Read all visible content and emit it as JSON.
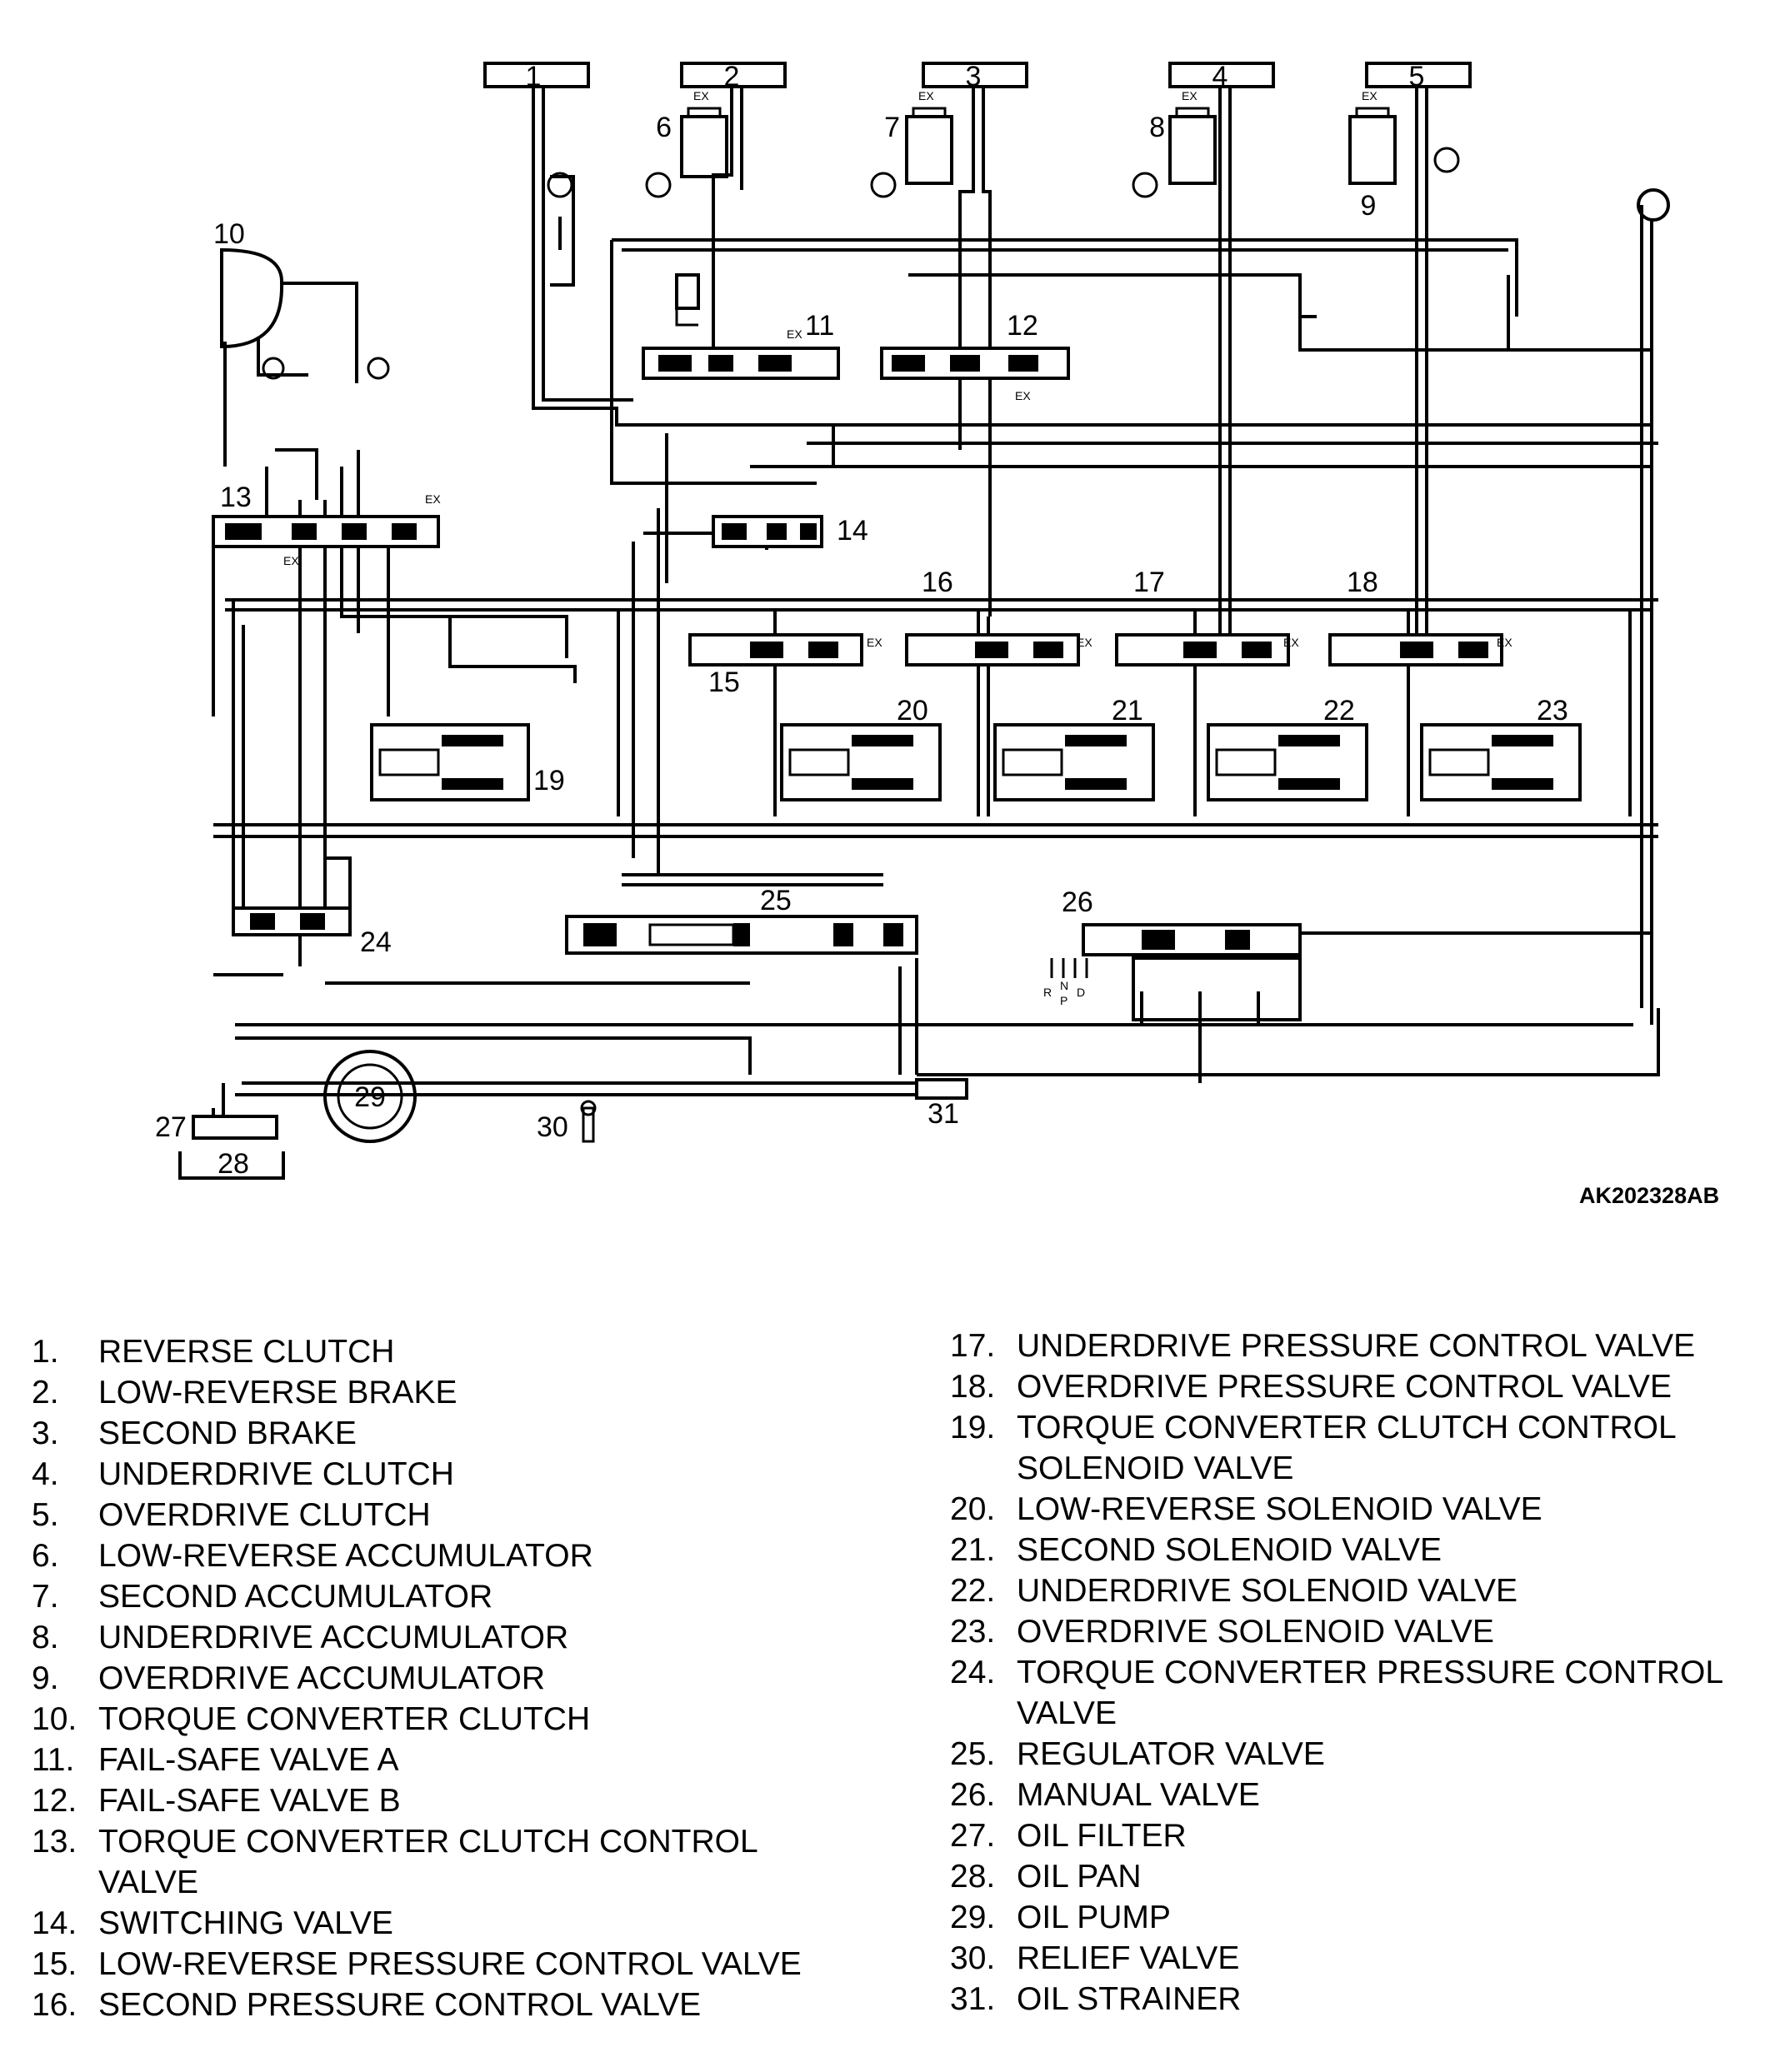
{
  "figure_id": "AK202328AB",
  "diagram": {
    "top_box_labels": [
      "1",
      "2",
      "3",
      "4",
      "5"
    ],
    "component_numbers": [
      "6",
      "7",
      "8",
      "9",
      "10",
      "11",
      "12",
      "13",
      "14",
      "15",
      "16",
      "17",
      "18",
      "19",
      "20",
      "21",
      "22",
      "23",
      "24",
      "25",
      "26",
      "27",
      "28",
      "29",
      "30",
      "31"
    ],
    "exhaust_label": "EX",
    "shift_positions": {
      "r": "R",
      "n": "N",
      "p": "P",
      "d": "D"
    }
  },
  "legend": [
    {
      "num": "1.",
      "text": "REVERSE CLUTCH"
    },
    {
      "num": "2.",
      "text": "LOW-REVERSE BRAKE"
    },
    {
      "num": "3.",
      "text": "SECOND BRAKE"
    },
    {
      "num": "4.",
      "text": "UNDERDRIVE CLUTCH"
    },
    {
      "num": "5.",
      "text": "OVERDRIVE CLUTCH"
    },
    {
      "num": "6.",
      "text": "LOW-REVERSE ACCUMULATOR"
    },
    {
      "num": "7.",
      "text": "SECOND ACCUMULATOR"
    },
    {
      "num": "8.",
      "text": "UNDERDRIVE ACCUMULATOR"
    },
    {
      "num": "9.",
      "text": "OVERDRIVE ACCUMULATOR"
    },
    {
      "num": "10.",
      "text": "TORQUE CONVERTER CLUTCH"
    },
    {
      "num": "11.",
      "text": "FAIL-SAFE VALVE A"
    },
    {
      "num": "12.",
      "text": "FAIL-SAFE VALVE B"
    },
    {
      "num": "13.",
      "text": "TORQUE CONVERTER CLUTCH CONTROL\nVALVE"
    },
    {
      "num": "14.",
      "text": "SWITCHING VALVE"
    },
    {
      "num": "15.",
      "text": "LOW-REVERSE PRESSURE CONTROL VALVE"
    },
    {
      "num": "16.",
      "text": "SECOND PRESSURE CONTROL VALVE"
    },
    {
      "num": "17.",
      "text": "UNDERDRIVE PRESSURE CONTROL VALVE"
    },
    {
      "num": "18.",
      "text": "OVERDRIVE PRESSURE CONTROL VALVE"
    },
    {
      "num": "19.",
      "text": "TORQUE CONVERTER CLUTCH CONTROL\nSOLENOID VALVE"
    },
    {
      "num": "20.",
      "text": "LOW-REVERSE SOLENOID VALVE"
    },
    {
      "num": "21.",
      "text": "SECOND SOLENOID VALVE"
    },
    {
      "num": "22.",
      "text": "UNDERDRIVE SOLENOID VALVE"
    },
    {
      "num": "23.",
      "text": "OVERDRIVE SOLENOID VALVE"
    },
    {
      "num": "24.",
      "text": "TORQUE CONVERTER PRESSURE CONTROL\nVALVE"
    },
    {
      "num": "25.",
      "text": "REGULATOR VALVE"
    },
    {
      "num": "26.",
      "text": "MANUAL VALVE"
    },
    {
      "num": "27.",
      "text": "OIL FILTER"
    },
    {
      "num": "28.",
      "text": "OIL PAN"
    },
    {
      "num": "29.",
      "text": "OIL PUMP"
    },
    {
      "num": "30.",
      "text": "RELIEF VALVE"
    },
    {
      "num": "31.",
      "text": "OIL STRAINER"
    }
  ]
}
